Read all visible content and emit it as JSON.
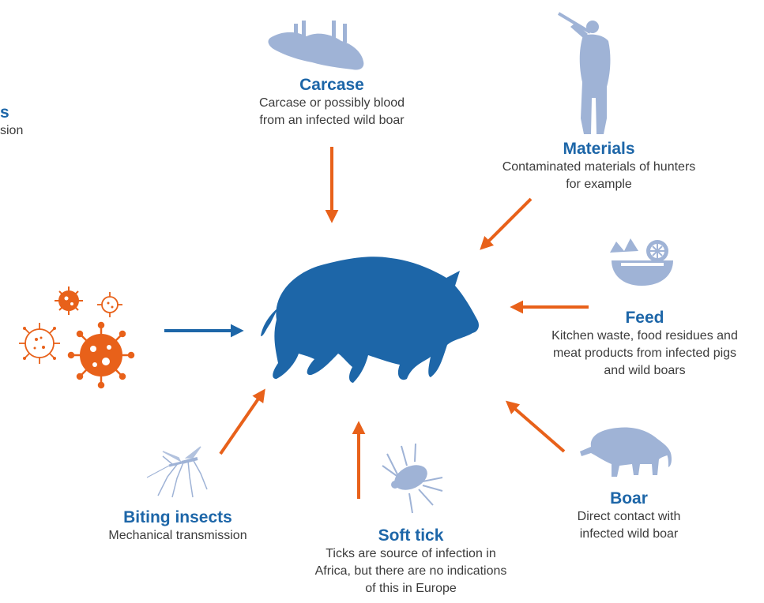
{
  "colors": {
    "primary": "#1d66a8",
    "light": "#9fb3d6",
    "arrow_orange": "#e8611a",
    "text": "#3c3c3c"
  },
  "center": {
    "icon": "wild-boar-icon"
  },
  "sources": {
    "carcase": {
      "title": "Carcase",
      "desc_lines": [
        "Carcase or possibly blood",
        "from an infected wild boar"
      ],
      "icon": "dead-boar-icon"
    },
    "materials": {
      "title": "Materials",
      "desc_lines": [
        "Contaminated materials of hunters",
        "for example"
      ],
      "icon": "hunter-icon"
    },
    "feed": {
      "title": "Feed",
      "desc_lines": [
        "Kitchen waste, food residues and",
        "meat products from infected pigs",
        "and wild boars"
      ],
      "icon": "food-bowl-icon"
    },
    "boar": {
      "title": "Boar",
      "desc_lines": [
        "Direct contact with",
        "infected wild boar"
      ],
      "icon": "boar-icon"
    },
    "soft_tick": {
      "title": "Soft tick",
      "desc_lines": [
        "Ticks are source of infection in",
        "Africa, but there are no indications",
        "of this in Europe"
      ],
      "icon": "tick-icon"
    },
    "insects": {
      "title": "Biting insects",
      "desc_lines": [
        "Mechanical transmission"
      ],
      "icon": "mosquito-icon"
    },
    "virus": {
      "title": "s",
      "desc_lines": [
        "sion"
      ],
      "icon": "virus-icon"
    }
  }
}
